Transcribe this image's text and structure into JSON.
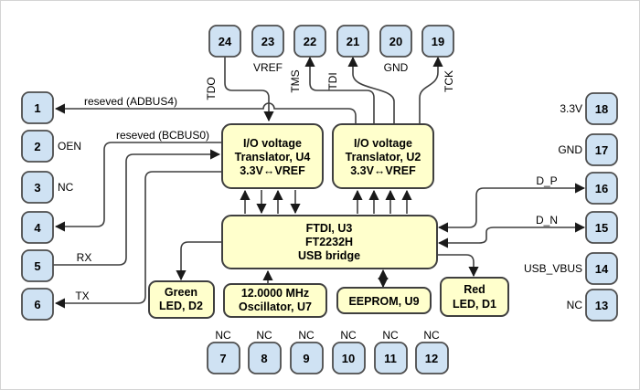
{
  "pins": {
    "top": [
      {
        "number": "24",
        "signal": "TDO"
      },
      {
        "number": "23",
        "signal": "VREF"
      },
      {
        "number": "22",
        "signal": "TMS"
      },
      {
        "number": "21",
        "signal": "TDI"
      },
      {
        "number": "20",
        "signal": "GND"
      },
      {
        "number": "19",
        "signal": "TCK"
      }
    ],
    "left": [
      {
        "number": "1",
        "signal": ""
      },
      {
        "number": "2",
        "signal": "OEN"
      },
      {
        "number": "3",
        "signal": "NC"
      },
      {
        "number": "4",
        "signal": ""
      },
      {
        "number": "5",
        "signal": ""
      },
      {
        "number": "6",
        "signal": ""
      }
    ],
    "right": [
      {
        "number": "18",
        "signal": "3.3V"
      },
      {
        "number": "17",
        "signal": "GND"
      },
      {
        "number": "16",
        "signal": ""
      },
      {
        "number": "15",
        "signal": ""
      },
      {
        "number": "14",
        "signal": "USB_VBUS"
      },
      {
        "number": "13",
        "signal": "NC"
      }
    ],
    "bottom": [
      {
        "number": "7",
        "signal": "NC"
      },
      {
        "number": "8",
        "signal": "NC"
      },
      {
        "number": "9",
        "signal": "NC"
      },
      {
        "number": "10",
        "signal": "NC"
      },
      {
        "number": "11",
        "signal": "NC"
      },
      {
        "number": "12",
        "signal": "NC"
      }
    ]
  },
  "blocks": {
    "u4": {
      "lines": [
        "I/O voltage",
        "Translator, U4",
        "3.3V↔VREF"
      ]
    },
    "u2": {
      "lines": [
        "I/O voltage",
        "Translator, U2",
        "3.3V↔VREF"
      ]
    },
    "u3": {
      "lines": [
        "FTDI, U3",
        "FT2232H",
        "USB bridge"
      ]
    },
    "green_led": {
      "lines": [
        "Green",
        "LED, D2"
      ]
    },
    "oscillator": {
      "lines": [
        "12.0000 MHz",
        "Oscillator, U7"
      ]
    },
    "eeprom": {
      "lines": [
        "EEPROM, U9"
      ]
    },
    "red_led": {
      "lines": [
        "Red",
        "LED, D1"
      ]
    }
  },
  "wire_labels": {
    "adbus4": "reseved (ADBUS4)",
    "bcbus0": "reseved (BCBUS0)",
    "rx": "RX",
    "tx": "TX",
    "d_p": "D_P",
    "d_n": "D_N"
  },
  "colors": {
    "pin_fill": "#cfe2f3",
    "pin_border": "#4d4d4d",
    "block_fill": "#ffffcc",
    "block_border": "#3f3f3f",
    "wire": "#3f3f3f",
    "text": "#000000",
    "canvas_border": "#d4d4d4"
  }
}
